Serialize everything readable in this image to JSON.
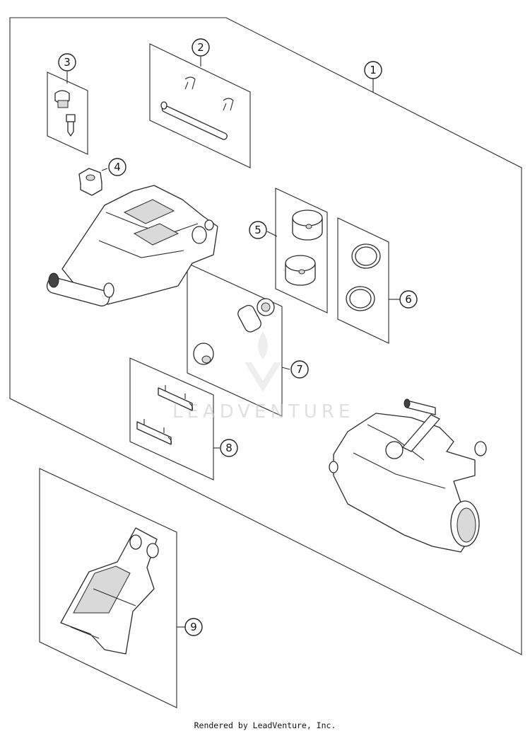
{
  "callouts": [
    "1",
    "2",
    "3",
    "4",
    "5",
    "6",
    "7",
    "8",
    "9"
  ],
  "watermark": "LEADVENTURE",
  "footer": "Rendered by LeadVenture, Inc."
}
